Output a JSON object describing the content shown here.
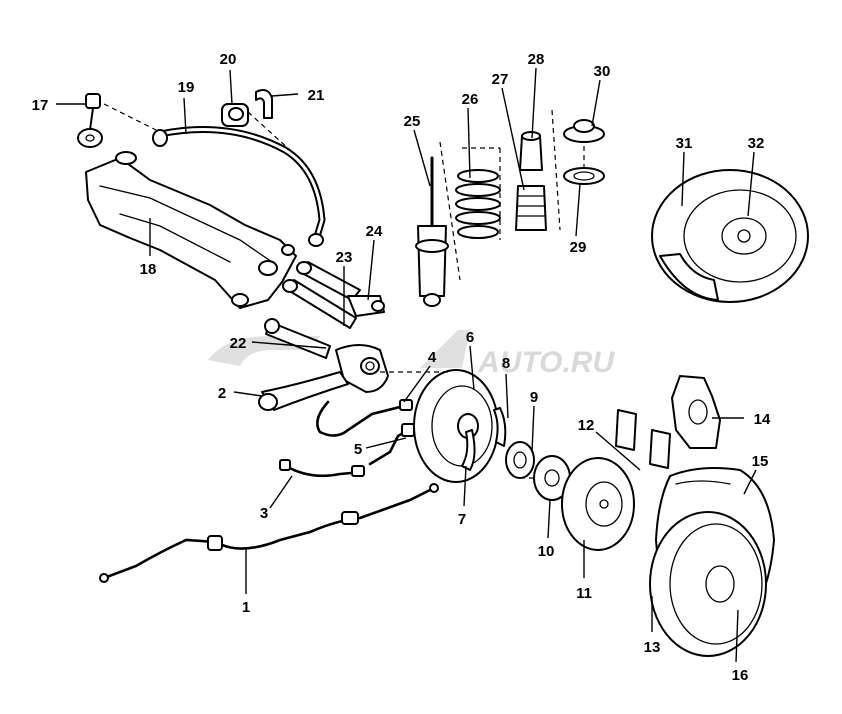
{
  "watermark": {
    "text": "AUTO.RU",
    "color": "#d9d9d9"
  },
  "colors": {
    "ink": "#000000",
    "paper": "#ffffff"
  },
  "callouts": {
    "c1": "1",
    "c2": "2",
    "c3": "3",
    "c4": "4",
    "c5": "5",
    "c6": "6",
    "c7": "7",
    "c8": "8",
    "c9": "9",
    "c10": "10",
    "c11": "11",
    "c12": "12",
    "c13": "13",
    "c14": "14",
    "c15": "15",
    "c16": "16",
    "c17": "17",
    "c18": "18",
    "c19": "19",
    "c20": "20",
    "c21": "21",
    "c22": "22",
    "c23": "23",
    "c24": "24",
    "c25": "25",
    "c26": "26",
    "c27": "27",
    "c28": "28",
    "c29": "29",
    "c30": "30",
    "c31": "31",
    "c32": "32"
  }
}
